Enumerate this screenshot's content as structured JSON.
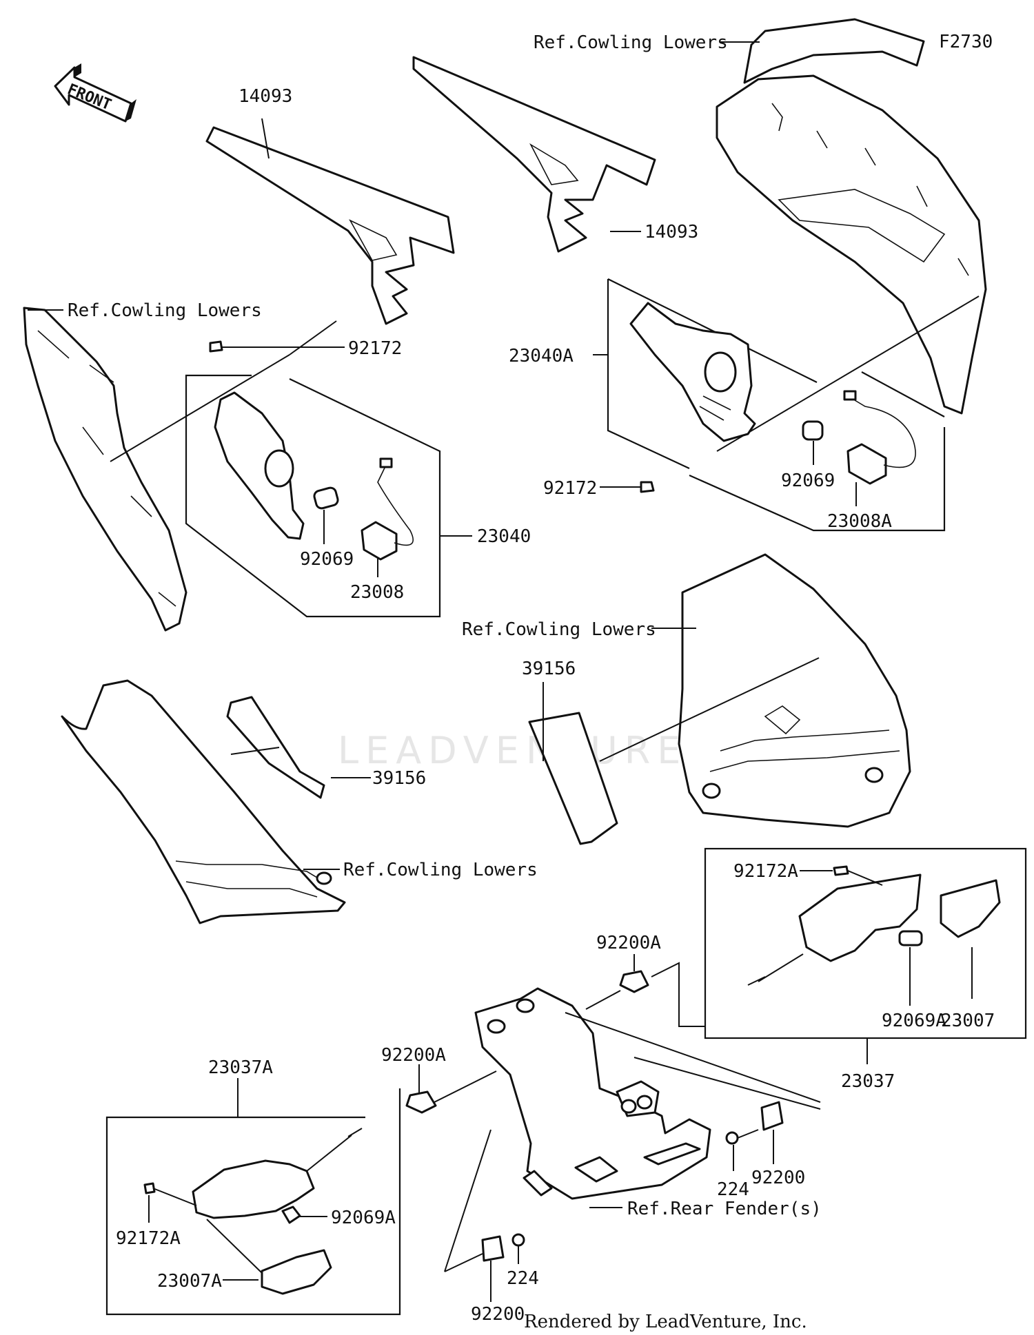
{
  "diagram_code": "F2730",
  "front_arrow": "FRONT",
  "watermark": "LEADVENTURE",
  "footer": "Rendered by LeadVenture, Inc.",
  "labels": {
    "ref_cowling_top": "Ref.Cowling Lowers",
    "ref_cowling_left": "Ref.Cowling Lowers",
    "ref_cowling_mid": "Ref.Cowling Lowers",
    "ref_cowling_low": "Ref.Cowling Lowers",
    "ref_rear_fender": "Ref.Rear Fender(s)",
    "p14093_a": "14093",
    "p14093_b": "14093",
    "p23040a": "23040A",
    "p92172_a": "92172",
    "p92172_b": "92172",
    "p92069_a": "92069",
    "p92069_b": "92069",
    "p23008a": "23008A",
    "p23008": "23008",
    "p23040": "23040",
    "p39156_a": "39156",
    "p39156_b": "39156",
    "p92172a_a": "92172A",
    "p92172a_b": "92172A",
    "p92200a_a": "92200A",
    "p92200a_b": "92200A",
    "p92069a_a": "92069A",
    "p92069a_b": "92069A",
    "p23007": "23007",
    "p23007a": "23007A",
    "p23037": "23037",
    "p23037a": "23037A",
    "p224_a": "224",
    "p224_b": "224",
    "p92200_a": "92200",
    "p92200_b": "92200"
  }
}
